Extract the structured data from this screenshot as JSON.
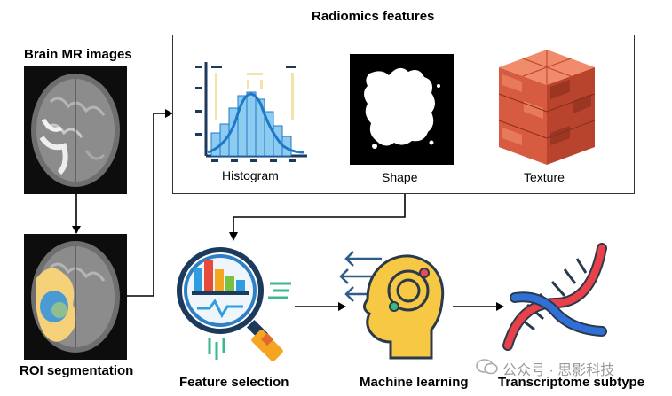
{
  "title": "Radiomics features",
  "inputs": {
    "mr_label": "Brain MR images",
    "roi_label": "ROI segmentation"
  },
  "features": {
    "histogram_label": "Histogram",
    "shape_label": "Shape",
    "texture_label": "Texture"
  },
  "pipeline": {
    "selection_label": "Feature selection",
    "ml_label": "Machine learning",
    "subtype_label": "Transcriptome subtype"
  },
  "watermark": "公众号 · 思影科技",
  "colors": {
    "accent_blue": "#1e78c8",
    "mri_frame": "#111111",
    "roi_yellow": "#f5d27a",
    "roi_blue": "#4a9bd4",
    "brick": "#e06a4e",
    "dna_red": "#e8414a",
    "dna_blue": "#2f6fd6"
  },
  "icons": [
    "mri-brain-icon",
    "histogram-icon",
    "shape-mask-icon",
    "texture-cube-icon",
    "magnifier-chart-icon",
    "head-gears-icon",
    "dna-helix-icon",
    "wechat-icon"
  ]
}
